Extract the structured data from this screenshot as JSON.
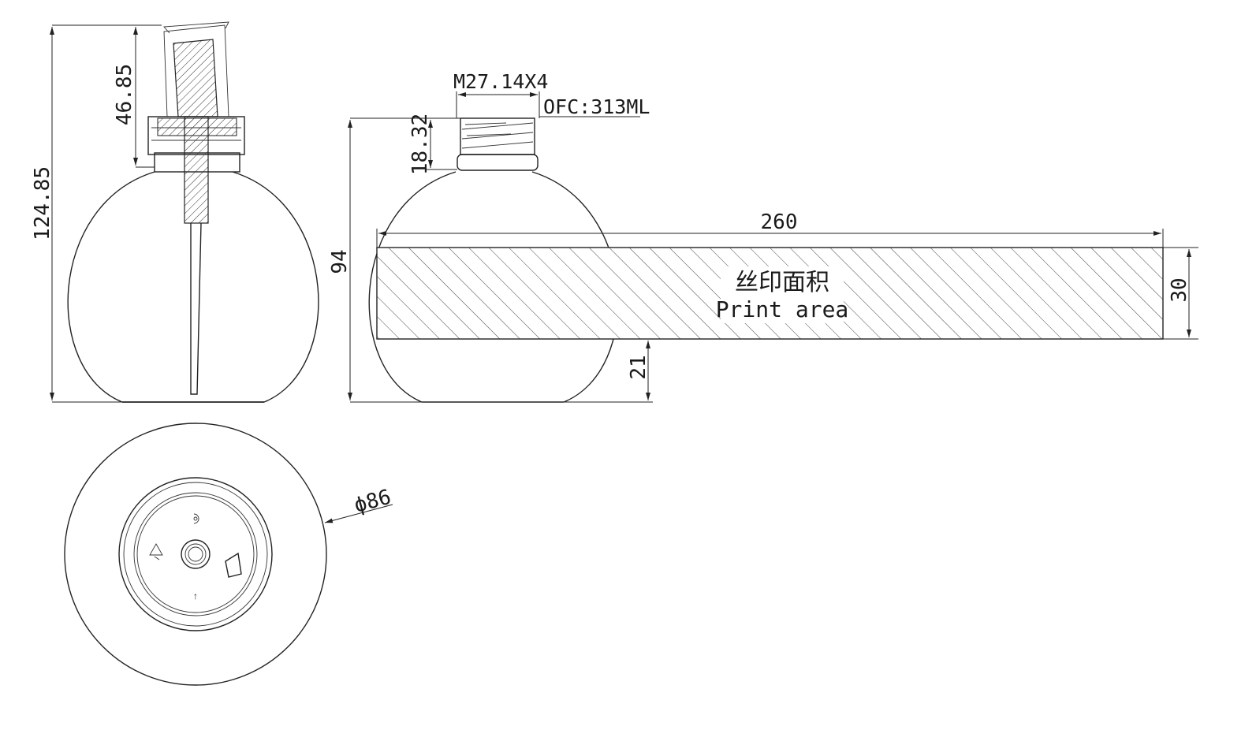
{
  "dimensions": {
    "overall_height": "124.85",
    "pump_height": "46.85",
    "thread_spec": "M27.14X4",
    "capacity": "OFC:313ML",
    "neck_height": "18.32",
    "body_height": "94",
    "print_width": "260",
    "print_height": "30",
    "print_bottom_offset": "21",
    "diameter": "ϕ86"
  },
  "print_area": {
    "label_cn": "丝印面积",
    "label_en": "Print area"
  },
  "bottom_marks": {
    "arrow_glyph": "↑"
  },
  "icons": {
    "recycle": "recycle-icon",
    "hazard": "hazard-icon"
  },
  "colors": {
    "line": "#222222",
    "background": "#ffffff"
  }
}
